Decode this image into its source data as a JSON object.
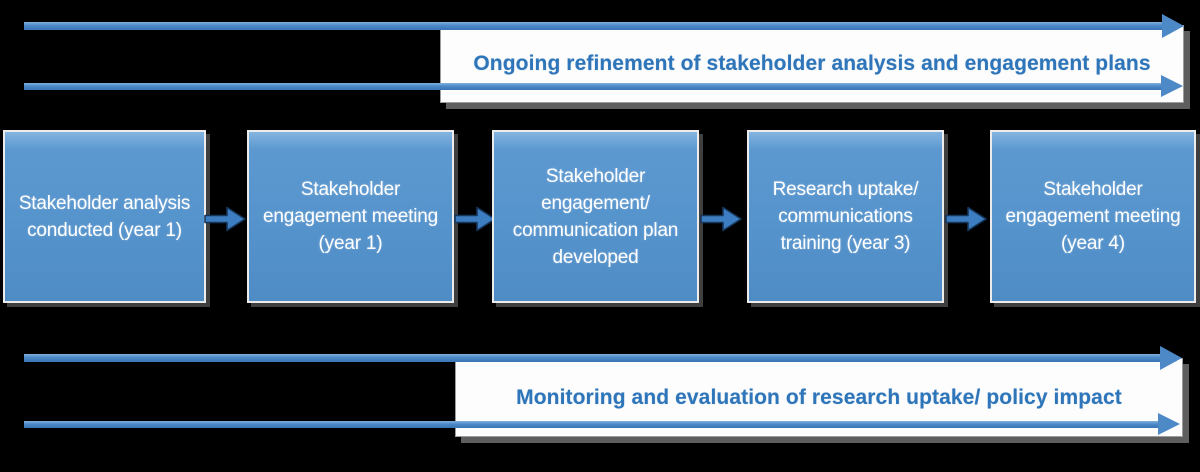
{
  "diagram": {
    "background_color": "#000000",
    "accent_blue": "#5593cc",
    "arrow_blue": "#4d89c7",
    "banner_text_blue": "#2e75b9",
    "step_text_color": "#ffffff"
  },
  "top_banner": {
    "label": "Ongoing refinement of stakeholder analysis and engagement plans"
  },
  "bottom_banner": {
    "label": "Monitoring and evaluation of research uptake/ policy impact"
  },
  "process_steps": [
    {
      "label": "Stakeholder analysis\nconducted (year 1)"
    },
    {
      "label": "Stakeholder\nengagement meeting\n(year 1)"
    },
    {
      "label": "Stakeholder\nengagement/\ncommunication plan\ndeveloped"
    },
    {
      "label": "Research uptake/\ncommunications\ntraining (year 3)"
    },
    {
      "label": "Stakeholder\nengagement meeting\n(year 4)"
    }
  ]
}
